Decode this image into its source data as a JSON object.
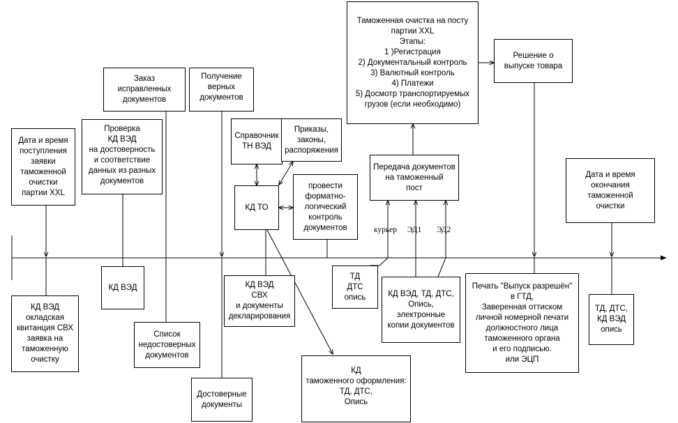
{
  "boxes": {
    "date_start": "Дата и время\nпоступления\nзаявки\nтаможенной\nочистки\nпартии XXL",
    "kd_ved_sklad": "КД ВЭД\nокладская\nквитанция СВХ\nзаявка на\nтаможенную\nочистку",
    "check_kd": "Проверка\nКД ВЭД\nна достоверность\nи соответствие\nданных из разных\nдокументов",
    "kd_ved_small": "КД ВЭД",
    "order_docs": "Заказ исправленных\nдокументов",
    "list_invalid": "Список\nнедостоверных\nдокументов",
    "get_correct": "Получение\nверных\nдокументов",
    "valid_docs": "Достоверные\nдокументы",
    "reference": "Справочник\nТН ВЭД",
    "orders_laws": "Приказы,\nзаконы,\nраспоряжения",
    "kd_to": "КД ТО",
    "format_control": "провести\nформатно-\nлогический\nконтроль\nдокументов",
    "kd_ved_svh": "КД ВЭД\nСВХ\nи документы\nдекларирования",
    "kd_customs": "КД\nтаможенного оформления:\nТД, ДТС,\nОпись",
    "td_dts": "ТД\nДТС\nопись",
    "transfer": "Передача документов\nна таможенный\nпост",
    "customs_post": "Таможенная очистка на посту\nпартии XXL\nЭтапы:\n1 )Регистрация\n2) Документальный контроль\n3) Валютный контроль\n4) Платежи\n5) Досмотр транспортируемых\nгрузов (если необходимо)",
    "kd_ved_copies": "КД ВЭД, ТД, ДТС,\nОпись,\nэлектронные\nкопии документов",
    "decision": "Решение о\nвыпуске товара",
    "stamp": "Печать \"Выпуск разрешён\"\nв ГТД,\nЗаверенная оттиском\nличной номерной печати\nдолжностного лица\nтаможенного органа\nи его подписью.\nили ЭЦП",
    "date_end": "Дата и время\nокончания\nтаможенной\nочистки",
    "td_dts_final": "ТД, ДТС,\nКД ВЭД\nопись"
  },
  "labels": {
    "courier": "курьер",
    "ed1": "ЭД1",
    "ed2": "ЭД2"
  }
}
